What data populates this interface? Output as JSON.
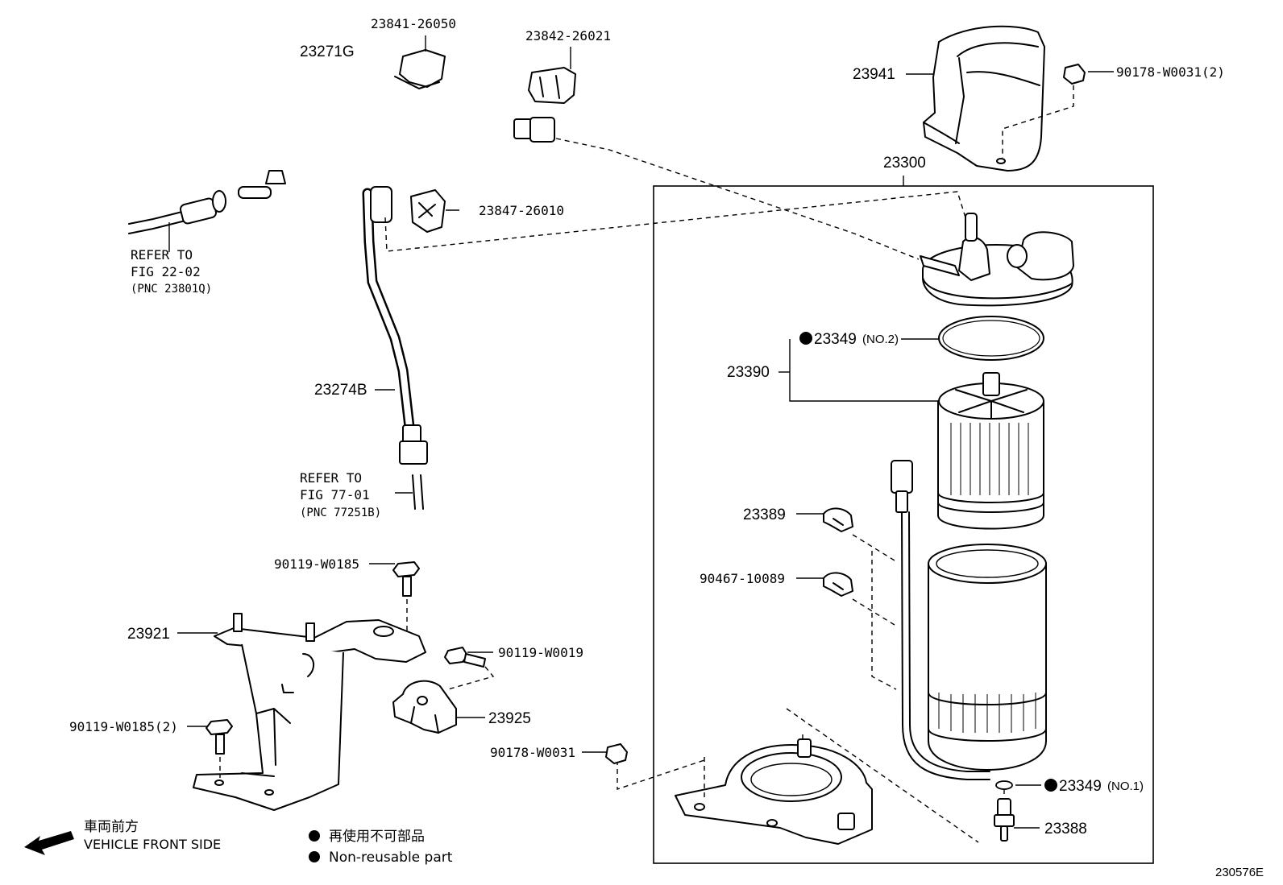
{
  "callouts": {
    "c23841": "23841-26050",
    "c23842": "23842-26021",
    "c23271": "23271G",
    "c23941": "23941",
    "c90178a": "90178-W0031(2)",
    "c23300": "23300",
    "c23847": "23847-26010",
    "c23349n2": "23349",
    "c23349n2_suffix": "(NO.2)",
    "c23390": "23390",
    "c23274": "23274B",
    "c23389": "23389",
    "c90467": "90467-10089",
    "c90119a": "90119-W0185",
    "c23921": "23921",
    "c90119b": "90119-W0019",
    "c23925": "23925",
    "c90119c": "90119-W0185(2)",
    "c90178b": "90178-W0031",
    "c23349n1": "23349",
    "c23349n1_suffix": "(NO.1)",
    "c23388": "23388"
  },
  "notes": {
    "refer1": {
      "line1": "REFER TO",
      "line2": "FIG 22-02",
      "line3": "(PNC 23801Q)"
    },
    "refer2": {
      "line1": "REFER TO",
      "line2": "FIG 77-01",
      "line3": "(PNC 77251B)"
    }
  },
  "legend": {
    "direction_jp": "車両前方",
    "direction_en": "VEHICLE FRONT SIDE",
    "nonreusable_jp": "再使用不可部品",
    "nonreusable_en": "Non-reusable part"
  },
  "figure_id": "230576E"
}
